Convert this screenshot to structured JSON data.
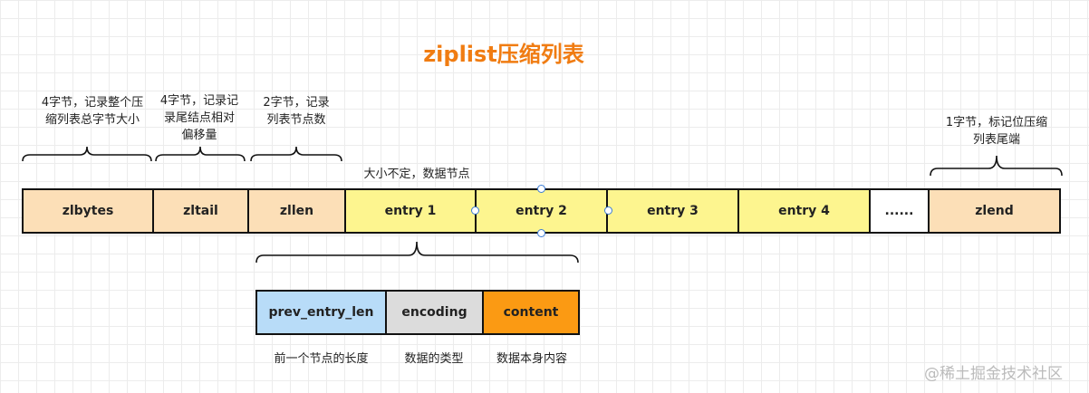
{
  "title": "ziplist压缩列表",
  "annotations": {
    "zlbytes": [
      "4字节，记录整个压",
      "缩列表总字节大小"
    ],
    "zltail": [
      "4字节，记录记",
      "录尾结点相对",
      "偏移量"
    ],
    "zllen": [
      "2字节，记录",
      "列表节点数"
    ],
    "entries": "大小不定，数据节点",
    "zlend": [
      "1字节，标记位压缩",
      "列表尾端"
    ]
  },
  "cells": [
    "zlbytes",
    "zltail",
    "zllen",
    "entry 1",
    "entry 2",
    "entry 3",
    "entry 4",
    "......",
    "zlend"
  ],
  "entry_fields": [
    "prev_entry_len",
    "encoding",
    "content"
  ],
  "entry_captions": [
    "前一个节点的长度",
    "数据的类型",
    "数据本身内容"
  ],
  "colors": {
    "title": "#f07c12",
    "header_cell": "#fcdfb7",
    "entry_cell": "#fdf58f",
    "prev_entry_len": "#b8dcf8",
    "encoding": "#dcdcdc",
    "content": "#fb9a13"
  },
  "watermark": "@稀土掘金技术社区"
}
